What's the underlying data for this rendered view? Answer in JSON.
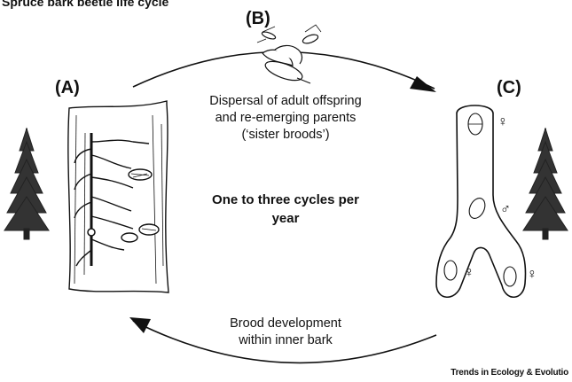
{
  "figure": {
    "title": "Spruce bark beetle life cycle",
    "credit": "Trends in Ecology & Evolutio"
  },
  "panels": {
    "A": "(A)",
    "B": "(B)",
    "C": "(C)"
  },
  "captions": {
    "dispersal_line1": "Dispersal of adult offspring",
    "dispersal_line2": "and re-emerging parents",
    "dispersal_line3": "(‘sister broods’)",
    "cycles_line1": "One to three cycles per",
    "cycles_line2": "year",
    "brood_line1": "Brood development",
    "brood_line2": "within inner bark"
  },
  "symbols": {
    "female": "♀",
    "male": "♂"
  }
}
